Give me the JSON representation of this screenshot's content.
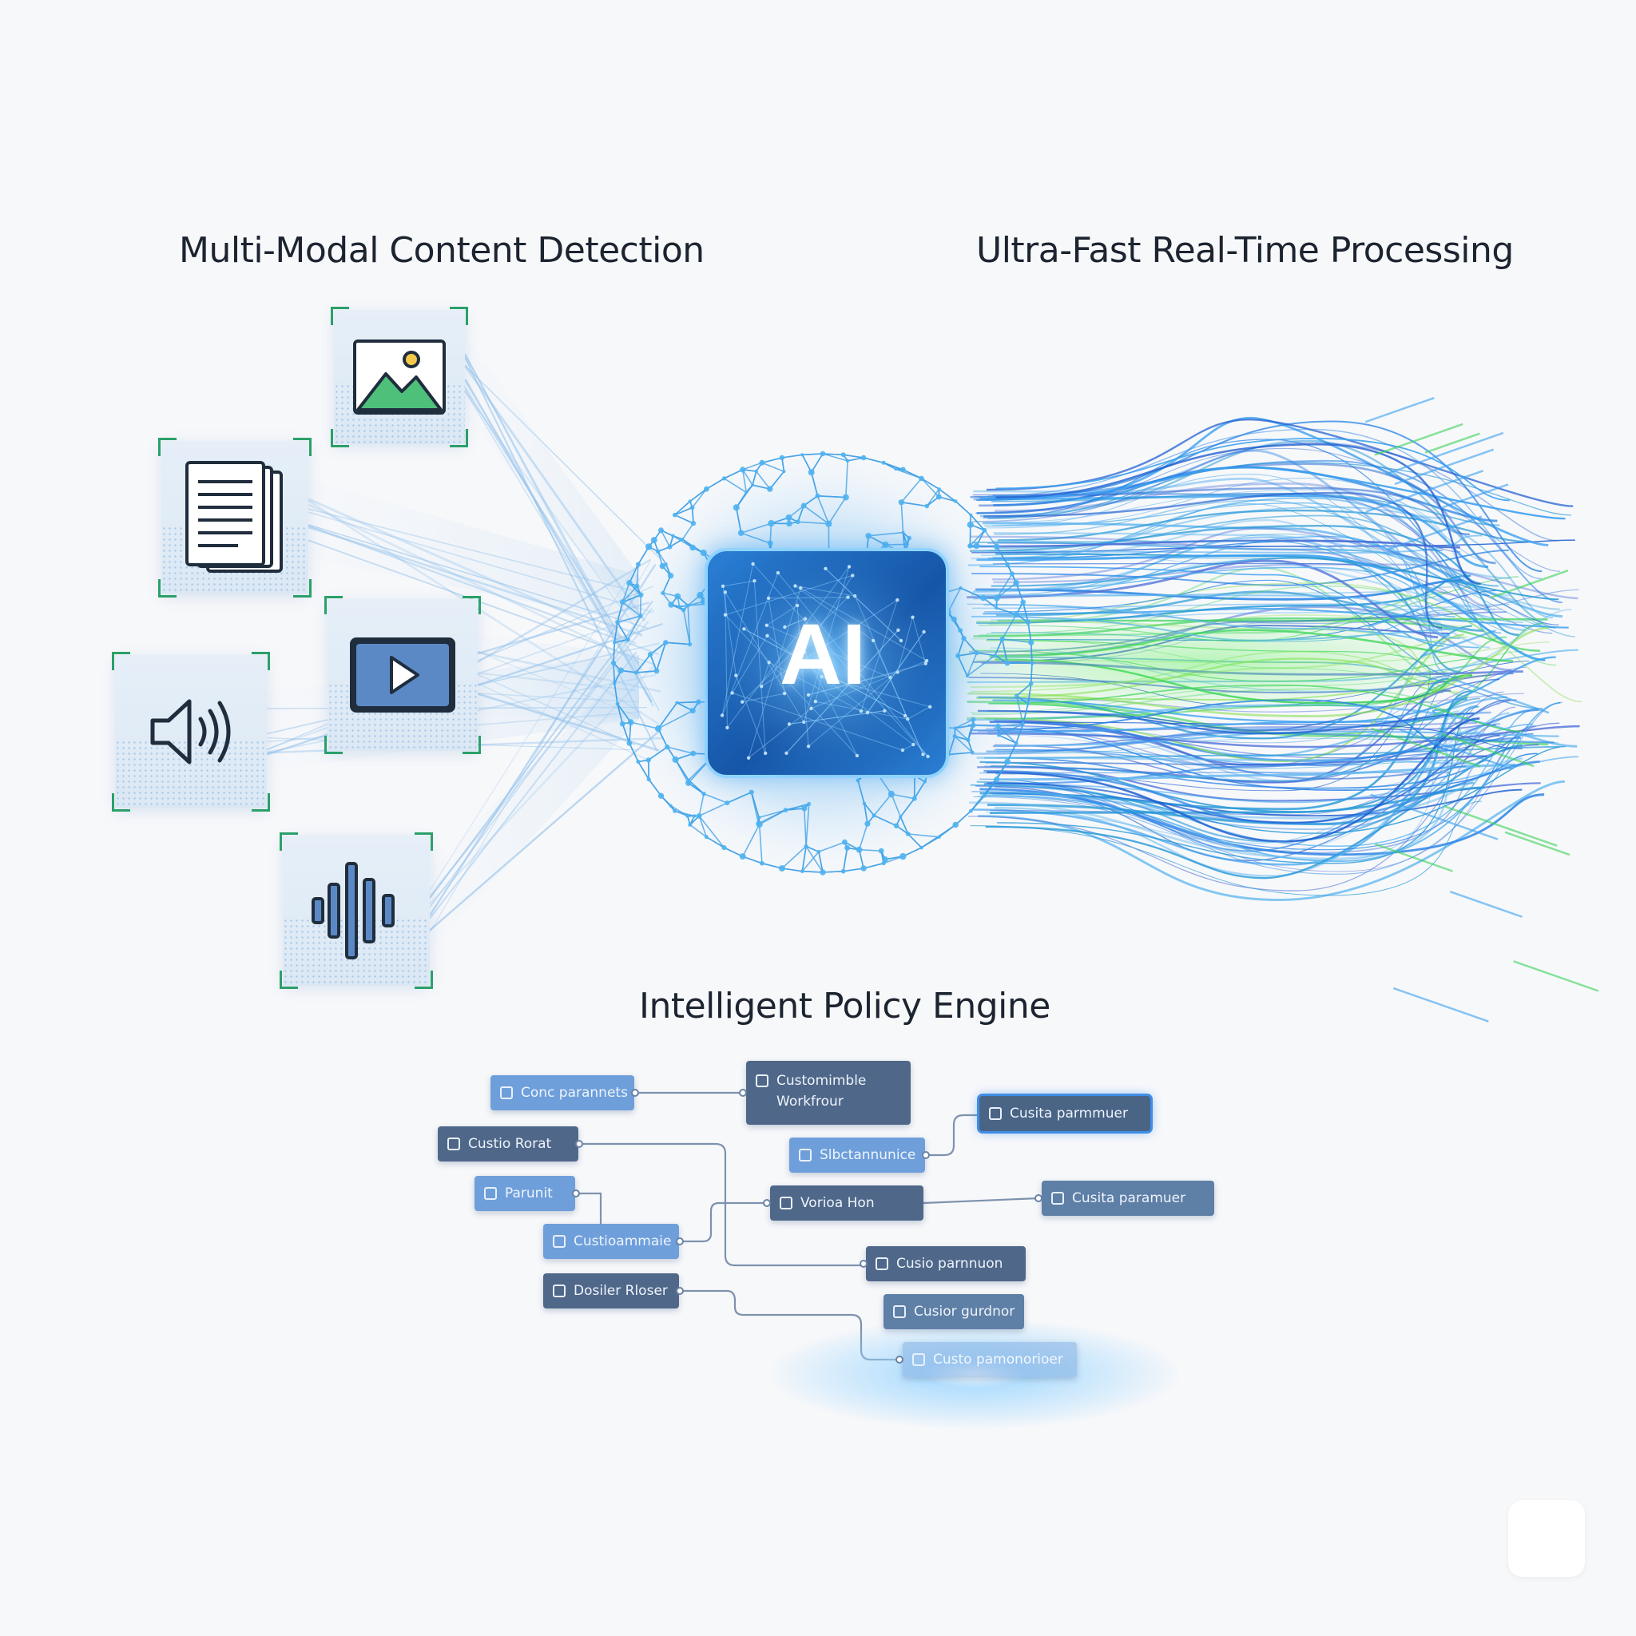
{
  "headings": {
    "left": "Multi-Modal Content Detection",
    "right": "Ultra-Fast Real-Time Processing",
    "bottom": "Intelligent Policy Engine"
  },
  "core": {
    "label": "AI"
  },
  "media_cards": [
    {
      "name": "image-icon"
    },
    {
      "name": "document-icon"
    },
    {
      "name": "video-play-icon"
    },
    {
      "name": "speaker-icon"
    },
    {
      "name": "waveform-icon"
    }
  ],
  "policy_nodes": {
    "n1": "Conc parannets",
    "n2": "Customimble Workfrour",
    "n3": "Cusita parmmuer",
    "n4": "Custio Rorat",
    "n5": "Slbctannunice",
    "n6": "Parunit",
    "n7": "Vorioa Hon",
    "n8": "Cusita paramuer",
    "n9": "Custioammaie",
    "n10": "Cusio parnnuon",
    "n11": "Dosiler Rloser",
    "n12": "Cusior gurdnor",
    "n13": "Custo pamonorioer"
  },
  "colors": {
    "accent_blue": "#2f86e6",
    "accent_green": "#3ad25a",
    "node_dark": "#4f6789",
    "node_light": "#6e9fdb",
    "corner_green": "#2aa06a"
  }
}
